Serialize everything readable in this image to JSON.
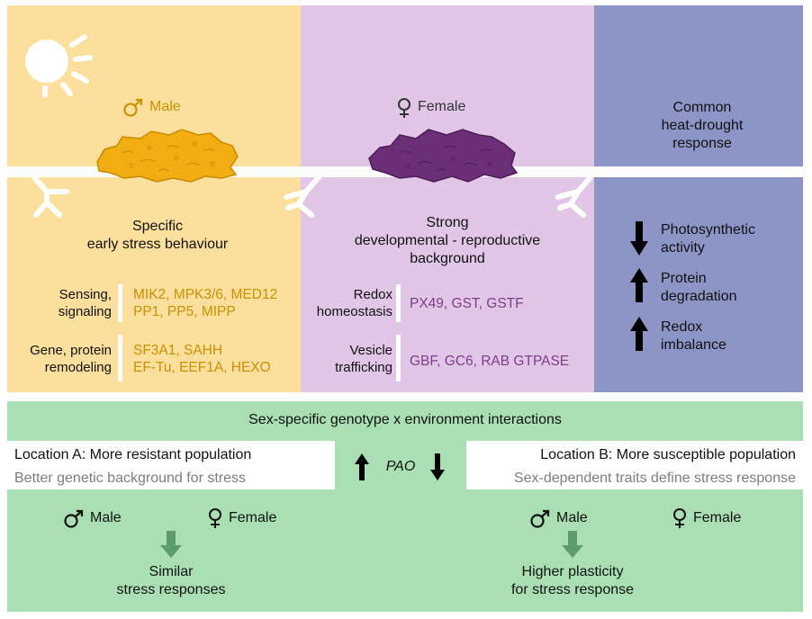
{
  "male_panel": {
    "sex_label": "Male",
    "heading_line1": "Specific",
    "heading_line2": "early stress behaviour",
    "rows": [
      {
        "label1": "Sensing,",
        "label2": "signaling",
        "genes1": "MIK2, MPK3/6, MED12",
        "genes2": "PP1, PP5, MIPP"
      },
      {
        "label1": "Gene, protein",
        "label2": "remodeling",
        "genes1": "SF3A1, SAHH",
        "genes2": "EF-Tu, EEF1A, HEXO"
      }
    ]
  },
  "female_panel": {
    "sex_label": "Female",
    "heading_line1": "Strong",
    "heading_line2": "developmental - reproductive",
    "heading_line3": "background",
    "rows": [
      {
        "label1": "Redox",
        "label2": "homeostasis",
        "genes": "PX49, GST, GSTF"
      },
      {
        "label1": "Vesicle",
        "label2": "trafficking",
        "genes": "GBF, GC6, RAB GTPASE"
      }
    ]
  },
  "common_panel": {
    "heading_line1": "Common",
    "heading_line2": "heat-drought",
    "heading_line3": "response",
    "items": [
      {
        "direction": "down",
        "line1": "Photosynthetic",
        "line2": "activity"
      },
      {
        "direction": "up",
        "line1": "Protein",
        "line2": "degradation"
      },
      {
        "direction": "up",
        "line1": "Redox",
        "line2": "imbalance"
      }
    ]
  },
  "bottom": {
    "band_title": "Sex-specific genotype x environment interactions",
    "location_a": {
      "title": "Location A: More resistant population",
      "subtitle": "Better genetic background for stress"
    },
    "location_b": {
      "title": "Location B: More susceptible population",
      "subtitle": "Sex-dependent traits define stress response"
    },
    "pao_label": "PAO",
    "left": {
      "male": "Male",
      "female": "Female",
      "result_line1": "Similar",
      "result_line2": "stress responses"
    },
    "right": {
      "male": "Male",
      "female": "Female",
      "result_line1": "Higher plasticity",
      "result_line2": "for stress response"
    }
  },
  "colors": {
    "male_panel": "#fcdf9c",
    "female_panel": "#e2c6e8",
    "common_panel": "#8c95c6",
    "green": "#a9dfb3",
    "male_text": "#c79100",
    "female_text": "#7a3f86",
    "male_plant": "#f2ad12",
    "female_plant": "#6b2f77",
    "green_arrow": "#5c9b6c"
  },
  "icons": [
    "sun-icon",
    "male-symbol-icon",
    "female-symbol-icon",
    "tap-root-icon",
    "arrow-up-icon",
    "arrow-down-icon"
  ]
}
